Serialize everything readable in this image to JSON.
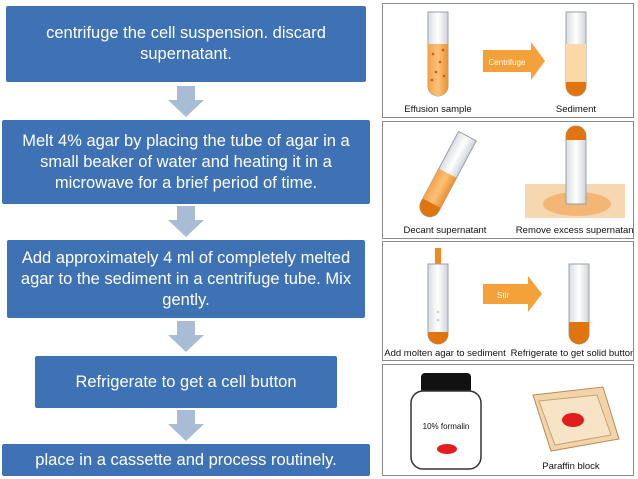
{
  "steps": [
    "centrifuge the cell suspension. discard supernatant.",
    "Melt 4% agar by placing the tube of agar in a small beaker of water and heating it in a microwave for a brief period of time.",
    "Add approximately 4 ml of completely melted agar to the sediment in a centrifuge tube. Mix gently.",
    "Refrigerate to get a cell button",
    "place in a cassette and process routinely."
  ],
  "panels": {
    "p1": {
      "left": "Effusion sample",
      "arrow": "Centrifuge",
      "right": "Sediment"
    },
    "p2": {
      "left": "Decant supernatant",
      "right": "Remove excess supernatant"
    },
    "p3": {
      "left": "Add molten agar to sediment",
      "arrow": "Stir",
      "right": "Refrigerate to get solid button"
    },
    "p4": {
      "jar_label": "10% formalin",
      "right": "Paraffin block"
    }
  },
  "colors": {
    "step_box": "#3f72b5",
    "flow_arrow": "#a8bcd6",
    "orange": "#f08a1c",
    "jar": "#1a1a1a"
  }
}
